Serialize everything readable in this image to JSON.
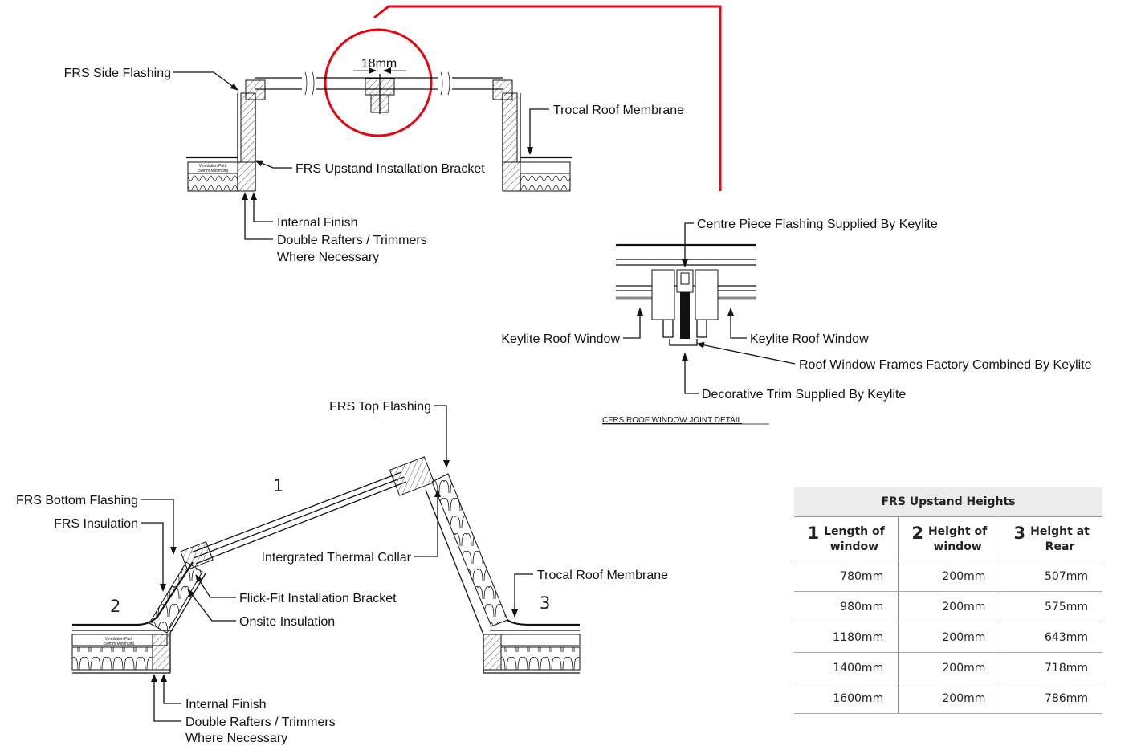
{
  "top_detail": {
    "dimension": "18mm",
    "labels": {
      "side_flashing": "FRS Side Flashing",
      "trocal": "Trocal Roof Membrane",
      "upstand_bracket": "FRS Upstand Installation Bracket",
      "internal_finish": "Internal Finish",
      "rafters_1": "Double Rafters / Trimmers",
      "rafters_2": "Where Necessary",
      "vent_1": "Ventilation Path",
      "vent_2": "(50mm Minimum)"
    }
  },
  "joint_detail": {
    "labels": {
      "centre_piece": "Centre Piece Flashing Supplied By Keylite",
      "window_left": "Keylite Roof Window",
      "window_right": "Keylite Roof Window",
      "frames": "Roof Window Frames Factory Combined By Keylite",
      "trim": "Decorative Trim Supplied By Keylite"
    },
    "caption": "CFRS ROOF WINDOW JOINT DETAIL"
  },
  "section_detail": {
    "numbers": {
      "one": "1",
      "two": "2",
      "three": "3"
    },
    "labels": {
      "top_flashing": "FRS Top Flashing",
      "bottom_flashing": "FRS Bottom Flashing",
      "insulation": "FRS Insulation",
      "thermal_collar": "Intergrated Thermal Collar",
      "trocal": "Trocal Roof Membrane",
      "flick_fit": "Flick-Fit Installation Bracket",
      "onsite": "Onsite Insulation",
      "internal_finish": "Internal Finish",
      "rafters_1": "Double Rafters / Trimmers",
      "rafters_2": "Where Necessary",
      "vent_1": "Ventilation Path",
      "vent_2": "(50mm Minimum)"
    }
  },
  "table": {
    "title": "FRS Upstand Heights",
    "headers": [
      {
        "num": "1",
        "line1": "Length of",
        "line2": "window"
      },
      {
        "num": "2",
        "line1": "Height of",
        "line2": "window"
      },
      {
        "num": "3",
        "line1": "Height at",
        "line2": "Rear"
      }
    ],
    "rows": [
      [
        "780mm",
        "200mm",
        "507mm"
      ],
      [
        "980mm",
        "200mm",
        "575mm"
      ],
      [
        "1180mm",
        "200mm",
        "643mm"
      ],
      [
        "1400mm",
        "200mm",
        "718mm"
      ],
      [
        "1600mm",
        "200mm",
        "786mm"
      ]
    ]
  },
  "colors": {
    "callout": "#e30613",
    "ink": "#111111",
    "table_header_bg": "#ebebeb"
  }
}
